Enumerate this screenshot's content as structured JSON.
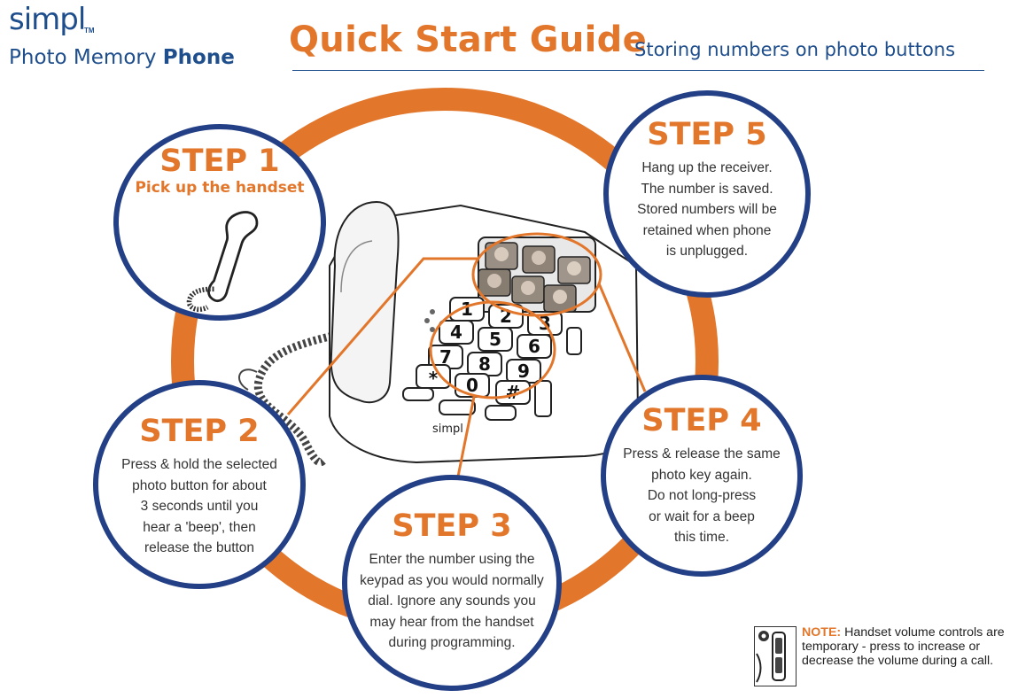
{
  "header": {
    "brand": "simpl",
    "brand_tm": "TM",
    "product_prefix": "Photo Memory",
    "product_bold": "Phone",
    "title": "Quick Start Guide",
    "subtitle": "Storing numbers on photo buttons"
  },
  "phone": {
    "keypad_keys": [
      "1",
      "2",
      "3",
      "4",
      "5",
      "6",
      "7",
      "8",
      "9",
      "*",
      "0",
      "#"
    ],
    "brand_mark": "simpl"
  },
  "steps": [
    {
      "id": "step1",
      "title": "STEP 1",
      "subtitle": "Pick up the handset",
      "lines": []
    },
    {
      "id": "step2",
      "title": "STEP 2",
      "subtitle": "",
      "lines": [
        "Press & hold the selected",
        "photo button for about",
        "3 seconds until you",
        "hear a 'beep', then",
        "release the button"
      ]
    },
    {
      "id": "step3",
      "title": "STEP 3",
      "subtitle": "",
      "lines": [
        "Enter the number using the",
        "keypad as you would normally",
        "dial. Ignore any sounds you",
        "may hear from the handset",
        "during programming."
      ]
    },
    {
      "id": "step4",
      "title": "STEP 4",
      "subtitle": "",
      "lines": [
        "Press & release the same",
        "photo key again.",
        "Do not long-press",
        "or wait for a beep",
        "this time."
      ]
    },
    {
      "id": "step5",
      "title": "STEP 5",
      "subtitle": "",
      "lines": [
        "Hang up the receiver.",
        "The number is saved.",
        "Stored numbers will be",
        "retained when phone",
        "is unplugged."
      ]
    }
  ],
  "note": {
    "label": "NOTE:",
    "text": "Handset volume controls are temporary - press to increase or decrease the volume during a call."
  },
  "colors": {
    "orange": "#e2762b",
    "navy": "#233f86",
    "blue_text": "#1f4e8c"
  }
}
